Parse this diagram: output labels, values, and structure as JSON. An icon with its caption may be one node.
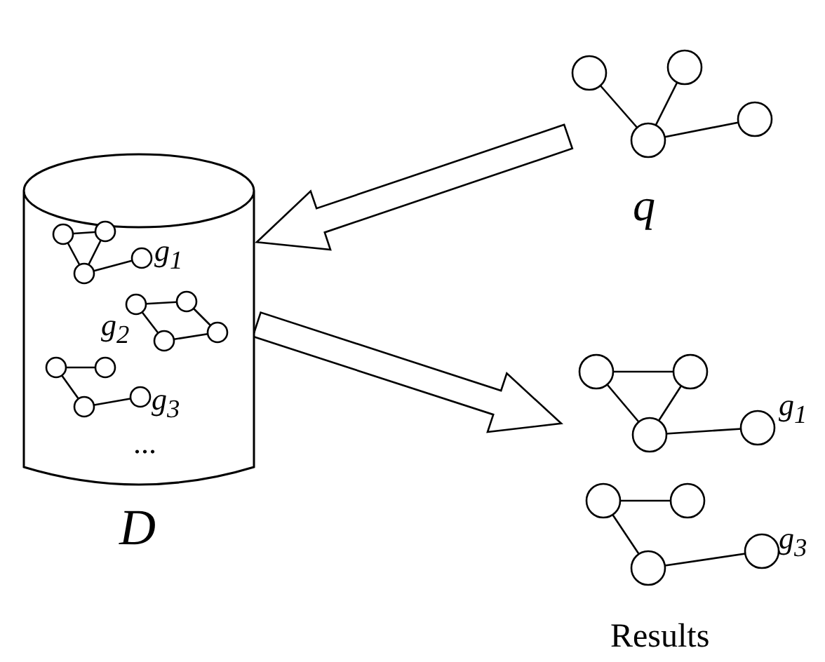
{
  "diagram": {
    "nodes": [
      {
        "text": [
          "D"
        ]
      },
      {
        "text": [
          "g$_{1}$"
        ],
        "in": 0
      },
      {
        "text": [
          "g$_{2}$"
        ],
        "in": 0
      },
      {
        "text": [
          "g$_{3}$"
        ],
        "in": 0
      },
      {
        "text": [
          "q"
        ]
      },
      {
        "text": [
          "Results"
        ]
      },
      {
        "text": [
          "g$_{1}$"
        ],
        "in": 5
      },
      {
        "text": [
          "g$_{3}$"
        ],
        "in": 5
      }
    ],
    "edges": [
      {
        "from": 4,
        "to": 0,
        "arrow": "to"
      },
      {
        "from": 0,
        "to": 5,
        "arrow": "to"
      }
    ],
    "labels": [
      "..."
    ]
  }
}
